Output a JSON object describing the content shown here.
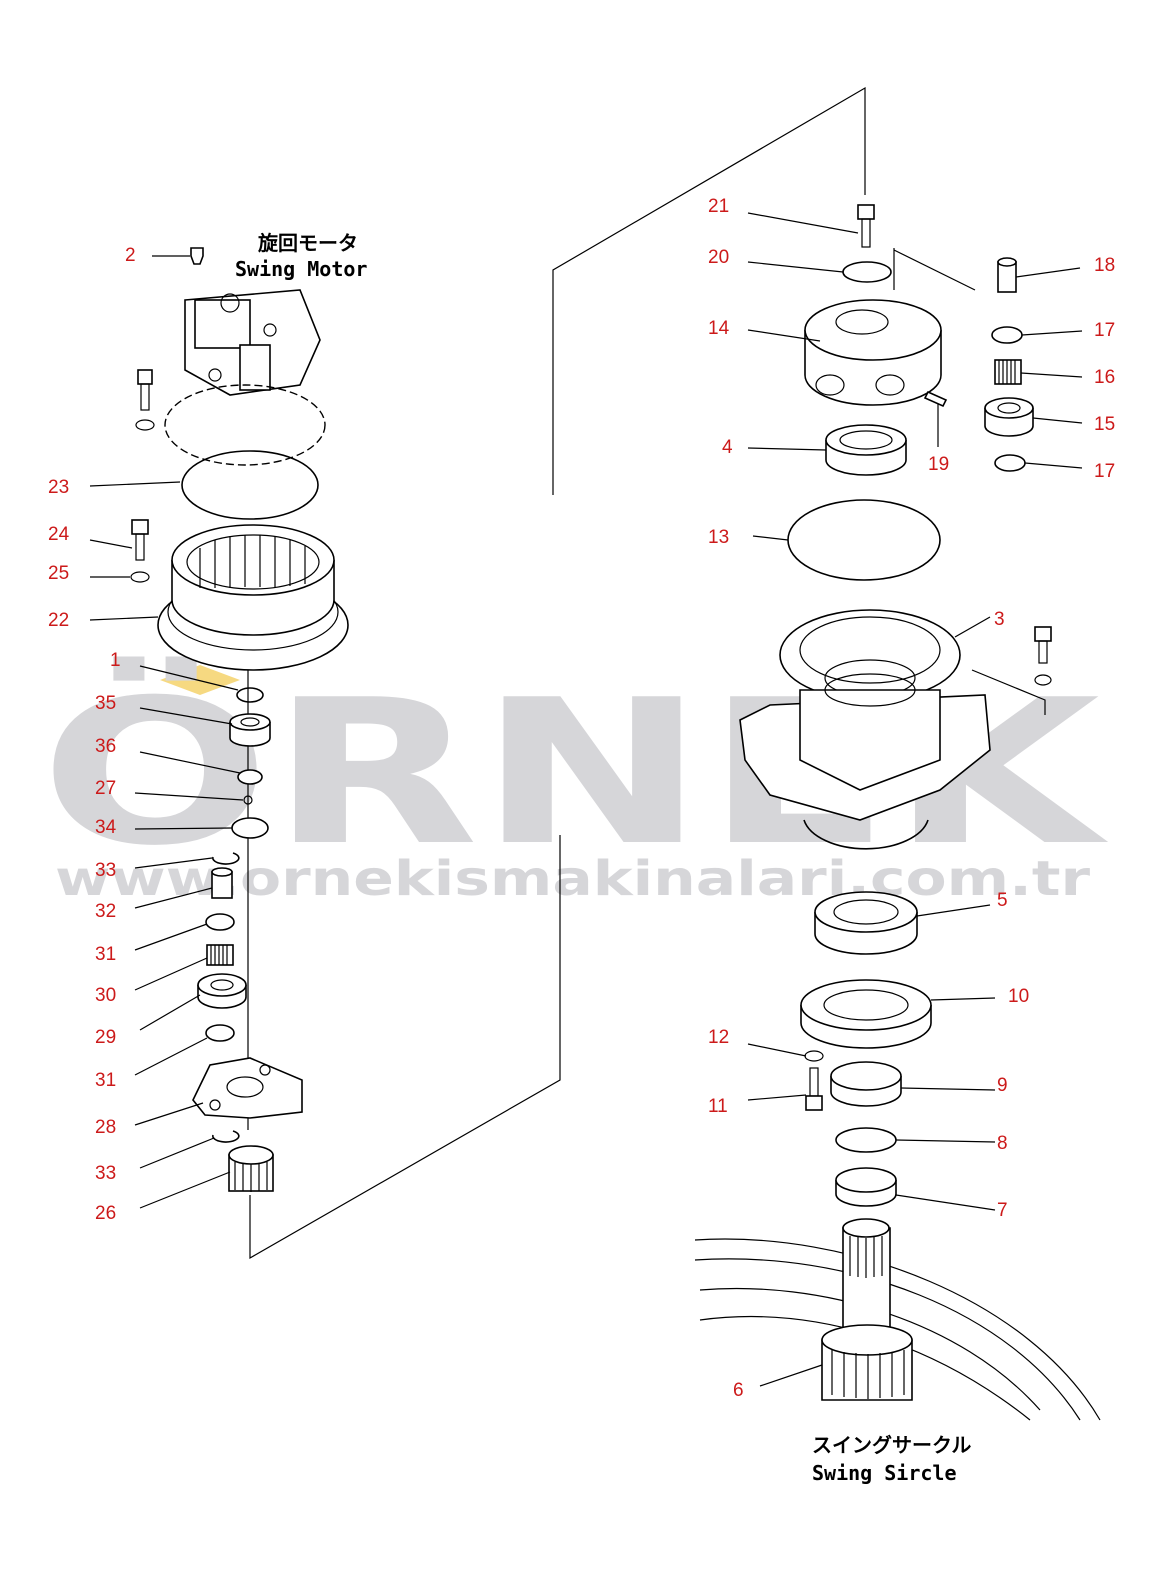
{
  "captions": {
    "motor_jp": "旋回モータ",
    "motor_en": "Swing Motor",
    "circle_jp": "スイングサークル",
    "circle_en": "Swing Sircle"
  },
  "watermark": {
    "brand": "ÖRNEK",
    "url": "www.ornekismakinalari.com.tr"
  },
  "labels": {
    "l1": "1",
    "l2": "2",
    "l3": "3",
    "l4": "4",
    "l5": "5",
    "l6": "6",
    "l7": "7",
    "l8": "8",
    "l9": "9",
    "l10": "10",
    "l11": "11",
    "l12": "12",
    "l13": "13",
    "l14": "14",
    "l15": "15",
    "l16": "16",
    "l17a": "17",
    "l17b": "17",
    "l18": "18",
    "l19": "19",
    "l20": "20",
    "l21": "21",
    "l22": "22",
    "l23": "23",
    "l24": "24",
    "l25": "25",
    "l26": "26",
    "l27": "27",
    "l28": "28",
    "l29": "29",
    "l30": "30",
    "l31a": "31",
    "l31b": "31",
    "l32": "32",
    "l33a": "33",
    "l33b": "33",
    "l34": "34",
    "l35": "35",
    "l36": "36"
  },
  "colors": {
    "label": "#cc1a1a",
    "watermark": "#d6d6d9",
    "watermark_accent": "#f2c94c"
  }
}
